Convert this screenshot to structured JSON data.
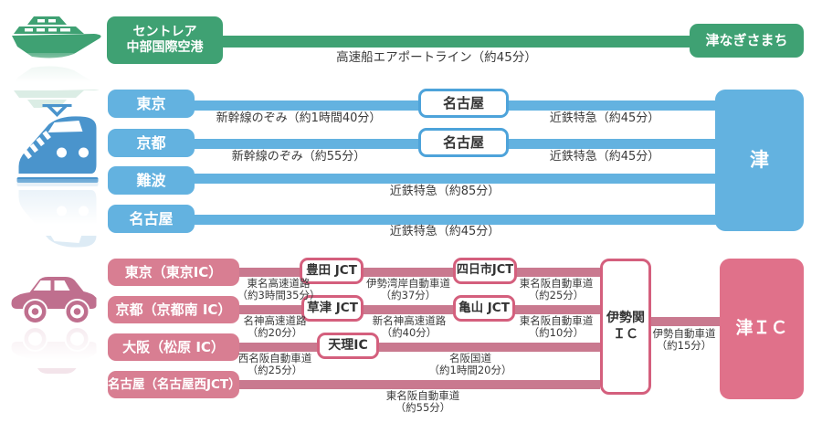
{
  "colors": {
    "green": "#3fa173",
    "blue": "#63b2e0",
    "blue_border": "#4da3da",
    "train_icon_blue": "#4a94cc",
    "pink_box": "#d87e92",
    "pink_line": "#c9798f",
    "pink_strong": "#e0718a",
    "pink_border": "#d45f7d",
    "car_icon_pink": "#bf6f8e",
    "label_text": "#3a3a3a"
  },
  "ferry": {
    "icon": "boat-icon",
    "origin_line1": "セントレア",
    "origin_line2": "中部国際空港",
    "route": "高速船エアポートライン（約45分）",
    "destination": "津なぎさまち"
  },
  "train": {
    "icon": "train-icon",
    "destination": "津",
    "rows": [
      {
        "origin": "東京",
        "leg1": "新幹線のぞみ（約1時間40分）",
        "via": "名古屋",
        "leg2": "近鉄特急（約45分）"
      },
      {
        "origin": "京都",
        "leg1": "新幹線のぞみ（約55分）",
        "via": "名古屋",
        "leg2": "近鉄特急（約45分）"
      },
      {
        "origin": "難波",
        "leg1": "近鉄特急（約85分）"
      },
      {
        "origin": "名古屋",
        "leg1": "近鉄特急（約45分）"
      }
    ]
  },
  "car": {
    "icon": "car-icon",
    "destination": "津ＩＣ",
    "hub_line1": "伊勢関",
    "hub_line2": "ＩＣ",
    "hub_leg_name": "伊勢自動車道",
    "hub_leg_time": "（約15分）",
    "rows": [
      {
        "origin": "東京（東京IC）",
        "leg1_name": "東名高速道路",
        "leg1_time": "（約3時間35分）",
        "via1": "豊田 JCT",
        "leg2_name": "伊勢湾岸自動車道",
        "leg2_time": "（約37分）",
        "via2": "四日市JCT",
        "leg3_name": "東名阪自動車道",
        "leg3_time": "（約25分）"
      },
      {
        "origin": "京都（京都南 IC）",
        "leg1_name": "名神高速道路",
        "leg1_time": "（約20分）",
        "via1": "草津 JCT",
        "leg2_name": "新名神高速道路",
        "leg2_time": "（約40分）",
        "via2": "亀山 JCT",
        "leg3_name": "東名阪自動車道",
        "leg3_time": "（約10分）"
      },
      {
        "origin": "大阪（松原 IC）",
        "leg1_name": "西名阪自動車道",
        "leg1_time": "（約25分）",
        "via1": "天理IC",
        "leg2_name": "名阪国道",
        "leg2_time": "（約1時間20分）"
      },
      {
        "origin": "名古屋（名古屋西JCT）",
        "leg1_name": "東名阪自動車道",
        "leg1_time": "（約55分）"
      }
    ]
  }
}
